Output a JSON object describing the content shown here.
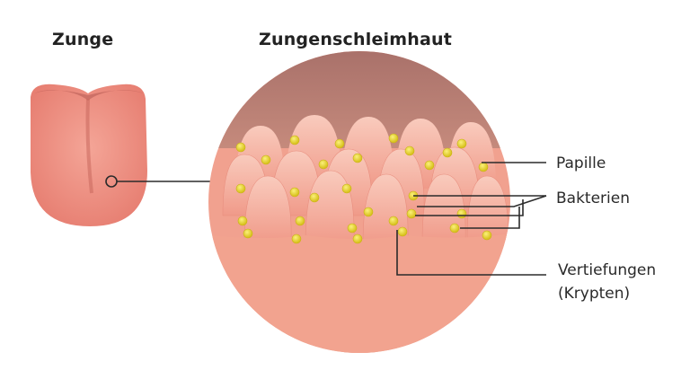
{
  "titles": {
    "tongue": "Zunge",
    "mucosa": "Zungenschleimhaut"
  },
  "labels": {
    "papille": "Papille",
    "bakterien": "Bakterien",
    "vertiefungen_line1": "Vertiefungen",
    "vertiefungen_line2": "(Krypten)"
  },
  "colors": {
    "background": "#ffffff",
    "tongue": "#ec8b7e",
    "mucosa": "#f2a08f",
    "papilla_tip": "#f7c2b3",
    "bacteria": "#e3d12e",
    "cavity": "#b87f72",
    "leader_line": "#2b2b2b"
  }
}
